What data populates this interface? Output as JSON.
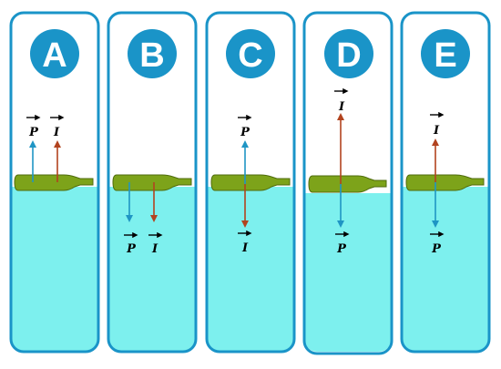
{
  "colors": {
    "panel_border": "#1a94c8",
    "circle": "#1a94c8",
    "water": "#7df0ee",
    "bottle_fill": "#7da31a",
    "bottle_stroke": "#4e6b0c",
    "arrow_p": "#1f95c4",
    "arrow_i": "#b2431f",
    "label_text": "#000000",
    "letter_text": "#ffffff"
  },
  "icons": {
    "bottle": "bottle-icon",
    "vector_arrow": "vector-arrow-icon"
  },
  "panels": [
    {
      "letter": "A",
      "labels": {
        "p": "P",
        "i": "I"
      },
      "p_direction": "up",
      "i_direction": "up",
      "bottle_position": "floating high"
    },
    {
      "letter": "B",
      "labels": {
        "p": "P",
        "i": "I"
      },
      "p_direction": "down",
      "i_direction": "down",
      "bottle_position": "floating high"
    },
    {
      "letter": "C",
      "labels": {
        "p": "P",
        "i": "I"
      },
      "p_direction": "up",
      "i_direction": "down",
      "bottle_position": "floating high"
    },
    {
      "letter": "D",
      "labels": {
        "p": "P",
        "i": "I"
      },
      "p_direction": "down",
      "i_direction": "up",
      "bottle_position": "floating high"
    },
    {
      "letter": "E",
      "labels": {
        "p": "P",
        "i": "I"
      },
      "p_direction": "down",
      "i_direction": "up",
      "bottle_position": "floating high"
    }
  ]
}
